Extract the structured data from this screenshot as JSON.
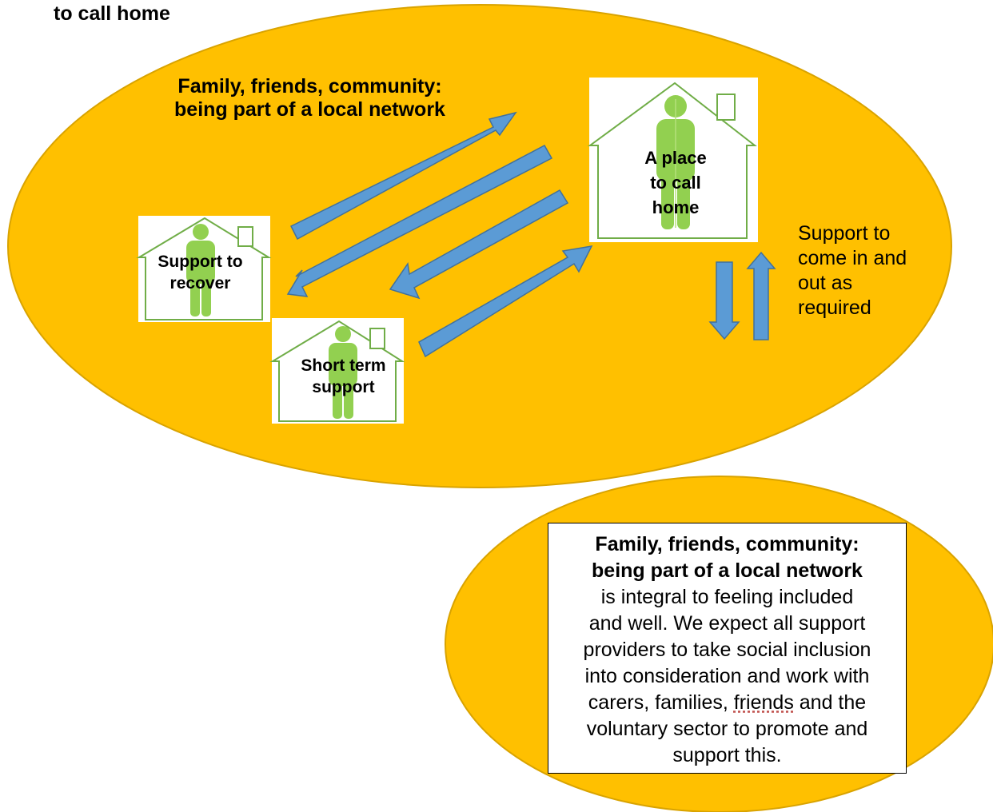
{
  "heading_fragment": "to call home",
  "network_label": {
    "line1": "Family, friends, community:",
    "line2": "being part of a local network"
  },
  "houses": {
    "home": {
      "line1": "A place",
      "line2": "to call",
      "line3": "home"
    },
    "recover": {
      "line1": "Support to",
      "line2": "recover"
    },
    "short_term": {
      "line1": "Short term",
      "line2": "support"
    }
  },
  "side_label": {
    "line1": "Support to",
    "line2": "come in and",
    "line3": "out as",
    "line4": "required"
  },
  "info_box": {
    "title_line1": "Family, friends, community:",
    "title_line2": "being part of a local network",
    "line1": "is integral to feeling included",
    "line2": "and well. We expect all support",
    "line3": "providers to take social inclusion",
    "line4": "into consideration and work with",
    "line5_pre": "carers, families, ",
    "line5_word": "friends",
    "line5_post": " and the",
    "line6": "voluntary sector to promote and",
    "line7": "support this."
  },
  "colors": {
    "ellipse_fill": "#FFC000",
    "ellipse_stroke": "#D9A300",
    "arrow_fill": "#5B9BD5",
    "arrow_stroke": "#41719C",
    "house_stroke": "#70AD47",
    "person_fill": "#92D050"
  }
}
